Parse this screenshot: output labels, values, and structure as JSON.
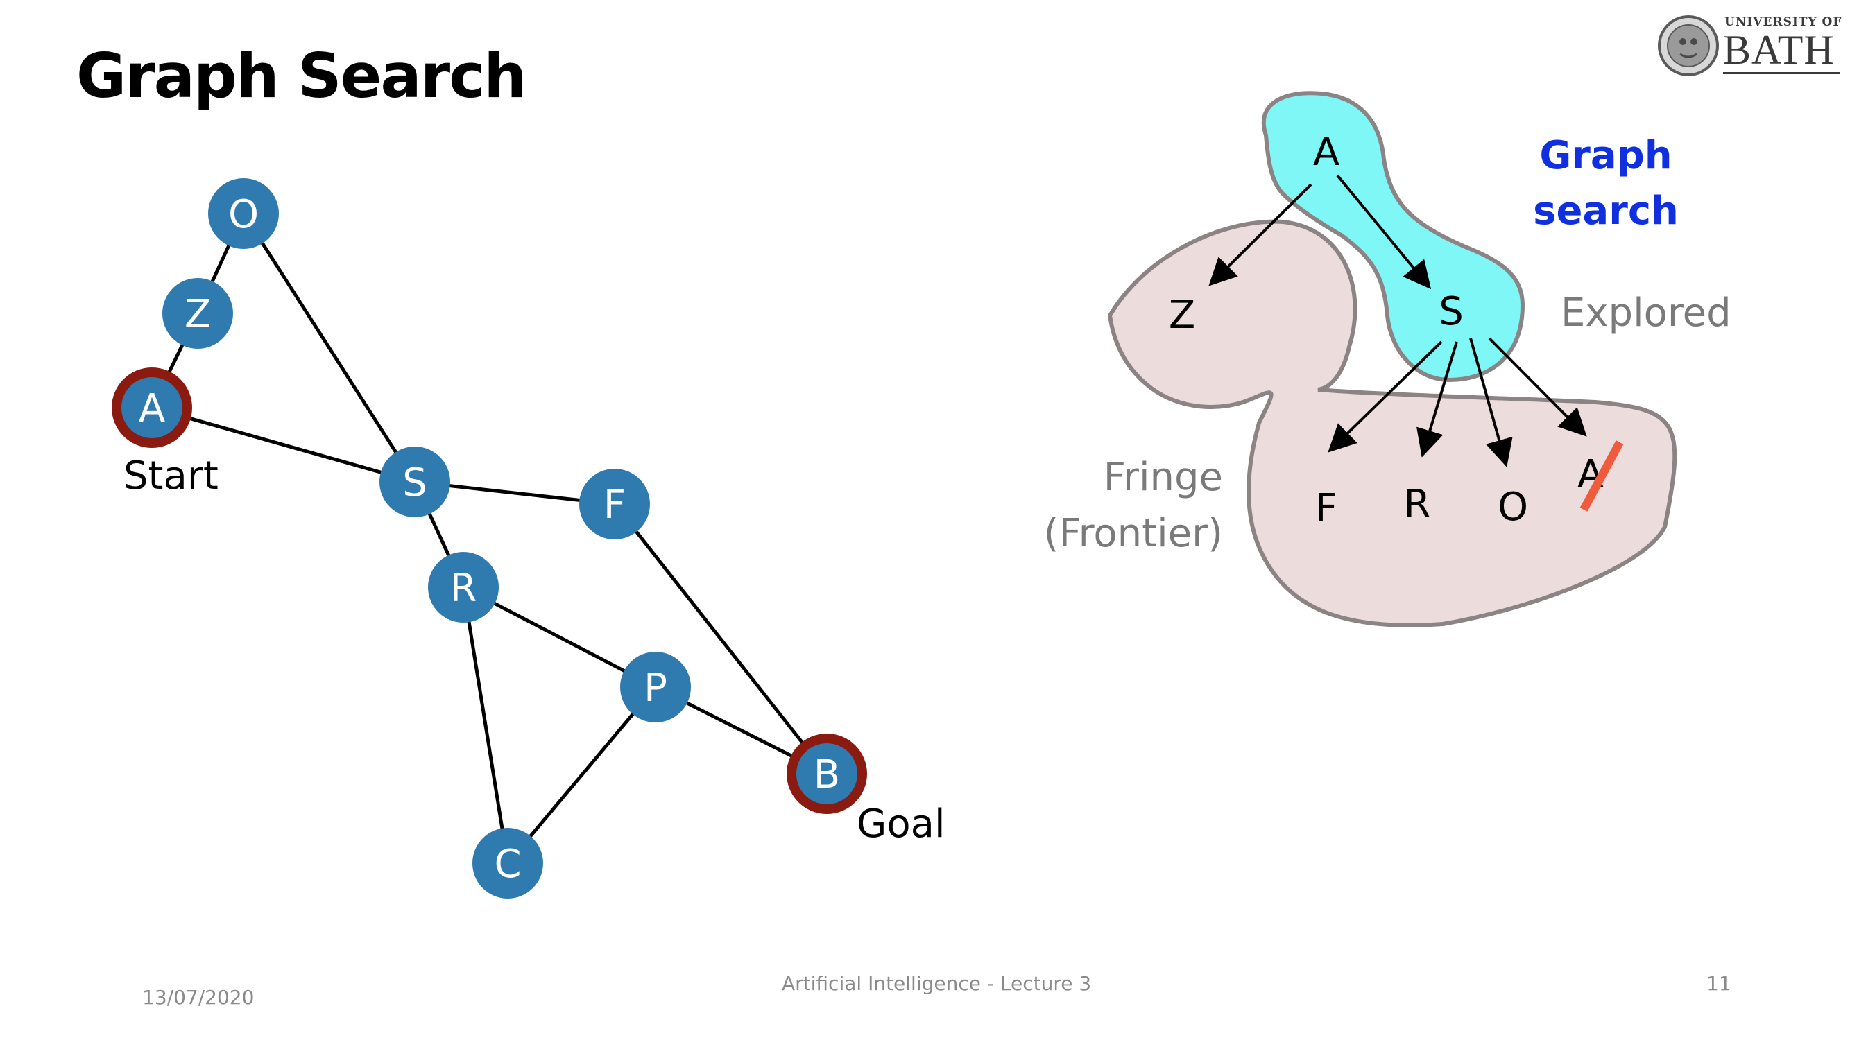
{
  "slide": {
    "title": "Graph Search",
    "footer_date": "13/07/2020",
    "footer_center": "Artificial Intelligence - Lecture 3",
    "page_number": "11"
  },
  "logo": {
    "line1": "UNIVERSITY OF",
    "line2": "BATH"
  },
  "left_graph": {
    "nodes": [
      {
        "id": "O",
        "label": "O"
      },
      {
        "id": "Z",
        "label": "Z"
      },
      {
        "id": "A",
        "label": "A",
        "highlight": true
      },
      {
        "id": "S",
        "label": "S"
      },
      {
        "id": "F",
        "label": "F"
      },
      {
        "id": "R",
        "label": "R"
      },
      {
        "id": "P",
        "label": "P"
      },
      {
        "id": "B",
        "label": "B",
        "highlight": true
      },
      {
        "id": "C",
        "label": "C"
      }
    ],
    "edges": [
      [
        "O",
        "Z"
      ],
      [
        "Z",
        "A"
      ],
      [
        "O",
        "S"
      ],
      [
        "A",
        "S"
      ],
      [
        "S",
        "F"
      ],
      [
        "S",
        "R"
      ],
      [
        "R",
        "P"
      ],
      [
        "R",
        "C"
      ],
      [
        "P",
        "C"
      ],
      [
        "P",
        "B"
      ],
      [
        "F",
        "B"
      ]
    ],
    "start_label": "Start",
    "goal_label": "Goal",
    "colors": {
      "node_fill": "#2f7bb0",
      "highlight_ring": "#8b1a10",
      "edge": "#000000",
      "node_text": "#ffffff"
    }
  },
  "right_diagram": {
    "tree_nodes": {
      "A": "A",
      "Z": "Z",
      "S": "S",
      "F": "F",
      "R": "R",
      "O": "O",
      "A2": "A"
    },
    "heading": [
      "Graph",
      "search"
    ],
    "explored_label": "Explored",
    "fringe_label": [
      "Fringe",
      "(Frontier)"
    ],
    "colors": {
      "explored_fill": "#7ff7f7",
      "fringe_fill": "#ecdcdc",
      "region_stroke": "#8c8484",
      "heading": "#1030e0",
      "side_label": "#7a7a7a",
      "strike": "#f25a3c"
    }
  }
}
